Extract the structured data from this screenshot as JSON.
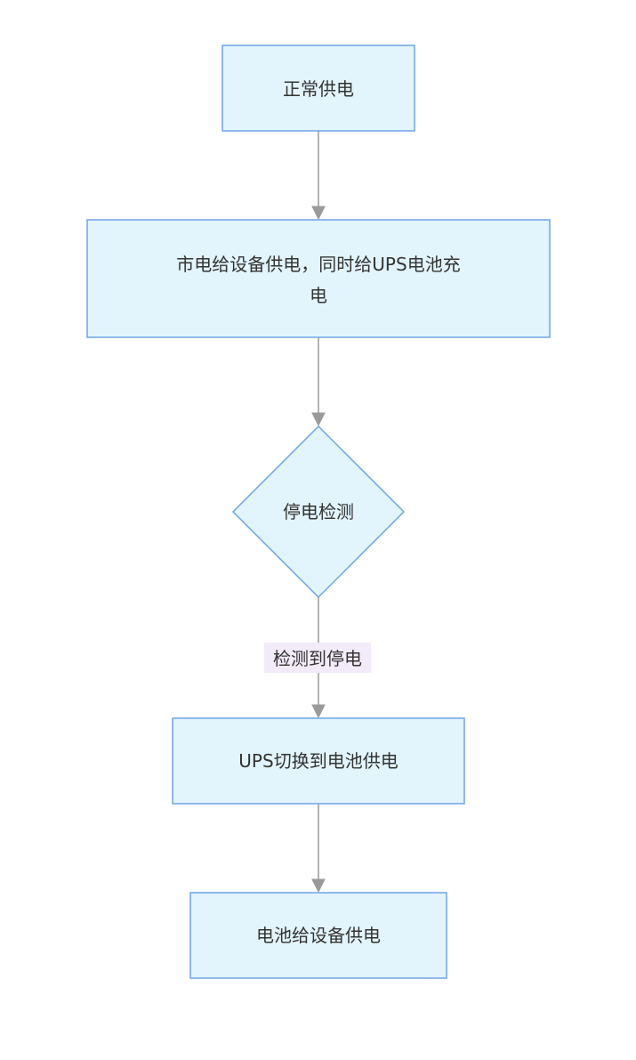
{
  "flowchart": {
    "direction": "top-to-bottom",
    "nodes": [
      {
        "id": "normal",
        "shape": "rect",
        "label": "正常供电"
      },
      {
        "id": "mains",
        "shape": "rect",
        "label_line1": "市电给设备供电，同时给UPS电池充",
        "label_line2": "电"
      },
      {
        "id": "detect",
        "shape": "diamond",
        "label": "停电检测"
      },
      {
        "id": "switch",
        "shape": "rect",
        "label": "UPS切换到电池供电"
      },
      {
        "id": "battery",
        "shape": "rect",
        "label": "电池给设备供电"
      }
    ],
    "edges": [
      {
        "from": "normal",
        "to": "mains"
      },
      {
        "from": "mains",
        "to": "detect"
      },
      {
        "from": "detect",
        "to": "switch",
        "label": "检测到停电"
      },
      {
        "from": "switch",
        "to": "battery"
      }
    ],
    "colors": {
      "node_fill": "#e2f4fc",
      "node_stroke": "#6fa4e6",
      "edge": "#999999",
      "edge_label_bg": "#f3ebfa",
      "text": "#333333"
    }
  }
}
